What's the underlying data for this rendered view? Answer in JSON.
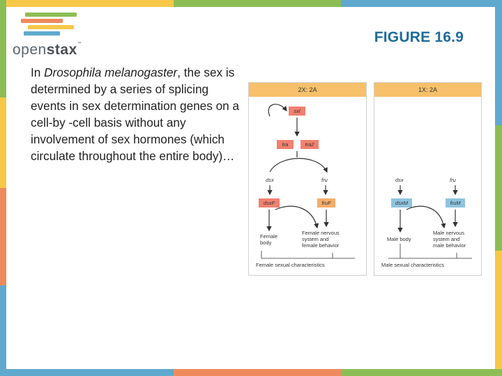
{
  "colors": {
    "accent_blue": "#1f6c9c",
    "panel_header": "#f7c06a",
    "box_red": "#f1816f",
    "box_orange": "#f5ad6a",
    "box_blue": "#8fc4df"
  },
  "logo": {
    "prefix": "open",
    "suffix": "stax",
    "tm": "™"
  },
  "slide": {
    "title": "FIGURE 16.9",
    "body_parts": [
      "In ",
      "Drosophila melanogaster",
      ", the sex is determined by a series of splicing events in sex determination genes on a cell-by -cell basis without any involvement of sex hormones (which circulate throughout the entire body)…"
    ]
  },
  "diagram": {
    "female": {
      "header": "2X: 2A",
      "sxl": "sxl",
      "tra": "tra",
      "tra2": "tra2",
      "dsx": "dsx",
      "fru": "fru",
      "dsxF": "dsxF",
      "fruF": "fruF",
      "body_label": "Female\nbody",
      "nervous_label": "Female nervous\nsystem and\nfemale behavior",
      "footer": "Female sexual characteristics"
    },
    "male": {
      "header": "1X: 2A",
      "dsx": "dsx",
      "fru": "fru",
      "dsxM": "dsxM",
      "fruM": "fruM",
      "body_label": "Male body",
      "nervous_label": "Male nervous\nsystem and\nmale behavior",
      "footer": "Male sexual characteristics"
    }
  }
}
